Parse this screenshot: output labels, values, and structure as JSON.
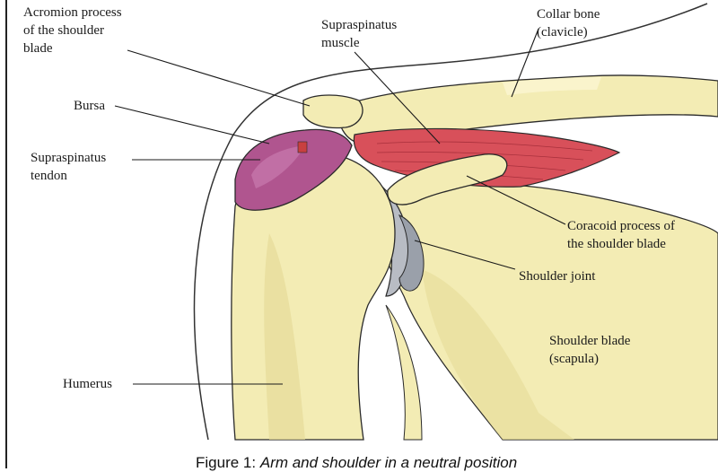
{
  "labels": {
    "acromion": [
      "Acromion process",
      "of the shoulder",
      "blade"
    ],
    "bursa": "Bursa",
    "supraspinatus_tendon": [
      "Supraspinatus",
      "tendon"
    ],
    "supraspinatus_muscle": [
      "Supraspinatus",
      "muscle"
    ],
    "collar_bone": [
      "Collar bone",
      "(clavicle)"
    ],
    "coracoid": [
      "Coracoid process of",
      "the shoulder blade"
    ],
    "shoulder_joint": "Shoulder joint",
    "shoulder_blade": [
      "Shoulder blade",
      "(scapula)"
    ],
    "humerus": "Humerus"
  },
  "caption": {
    "prefix": "Figure 1: ",
    "text": "Arm and shoulder in a neutral position"
  },
  "colors": {
    "bone": "#f3ecb4",
    "bone_shade": "#e3d98a",
    "muscle": "#d8505a",
    "bursa": "#b0558f",
    "cartilage": "#b8bcc4",
    "outline": "#2a2a2a"
  }
}
